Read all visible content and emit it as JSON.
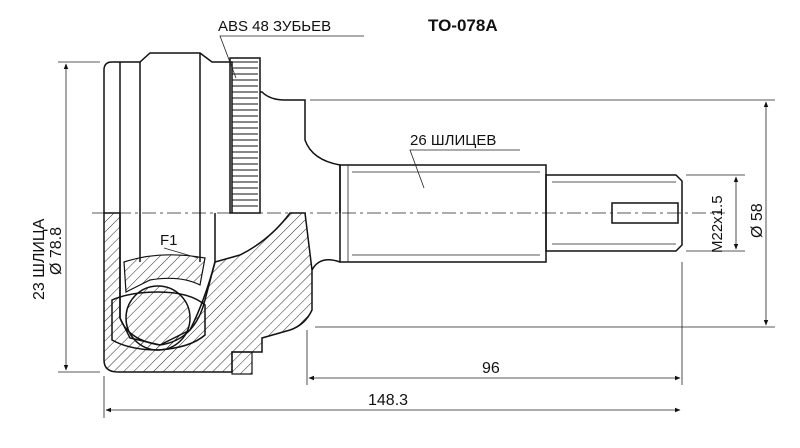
{
  "part_number": "TO-078A",
  "abs_label": "ABS 48 ЗУБЬЕВ",
  "spline_label": "26 ШЛИЦЕВ",
  "flat_label": "F1",
  "left_spline": "23 ШЛИЦА",
  "outer_diameter": "Ø 78.8",
  "thread_label": "M22x1.5",
  "shaft_diameter": "Ø 58",
  "length_shaft": "96",
  "length_total": "148.3",
  "colors": {
    "line": "#111111",
    "background": "#ffffff"
  }
}
